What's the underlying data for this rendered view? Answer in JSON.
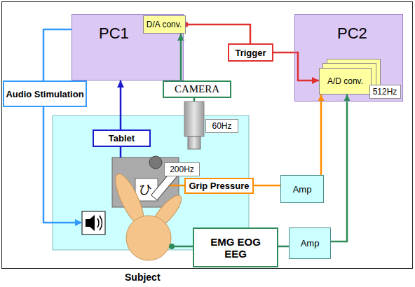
{
  "diagram": {
    "nodes": [
      {
        "text": [
          "PC1"
        ]
      },
      {
        "text": [
          "D/A conv."
        ],
        "in": 0
      },
      {
        "text": [
          "PC2"
        ]
      },
      {
        "text": [
          "A/D conv."
        ],
        "in": 2
      },
      {
        "text": [
          "512Hz"
        ],
        "in": 2
      },
      {
        "text": [
          "Trigger"
        ]
      },
      {
        "text": [
          "Audio Stimulation"
        ]
      },
      {
        "text": [
          "CAMERA"
        ]
      },
      {
        "text": [
          "60Hz"
        ]
      },
      {
        "text": [
          "Tablet"
        ]
      },
      {
        "text": [
          "200Hz"
        ]
      },
      {
        "text": [
          "Grip Pressure"
        ]
      },
      {
        "text": [
          "Amp"
        ]
      },
      {
        "text": [
          "EMG EOG EEG"
        ]
      },
      {
        "text": [
          "Amp"
        ]
      }
    ],
    "edges": [
      {
        "from": 7,
        "to": 1,
        "arrow": "to"
      },
      {
        "from": 1,
        "to": 5,
        "arrow": "none"
      },
      {
        "from": 5,
        "to": 3,
        "arrow": "to"
      },
      {
        "from": 9,
        "to": 0,
        "arrow": "to"
      },
      {
        "from": 0,
        "to": 6,
        "arrow": "none"
      },
      {
        "from": 11,
        "to": 12,
        "arrow": "none"
      },
      {
        "from": 12,
        "to": 3,
        "arrow": "to"
      },
      {
        "from": 13,
        "to": 14,
        "arrow": "none"
      },
      {
        "from": 14,
        "to": 3,
        "arrow": "to"
      }
    ],
    "labels": [
      "ひ",
      "Subject"
    ]
  }
}
